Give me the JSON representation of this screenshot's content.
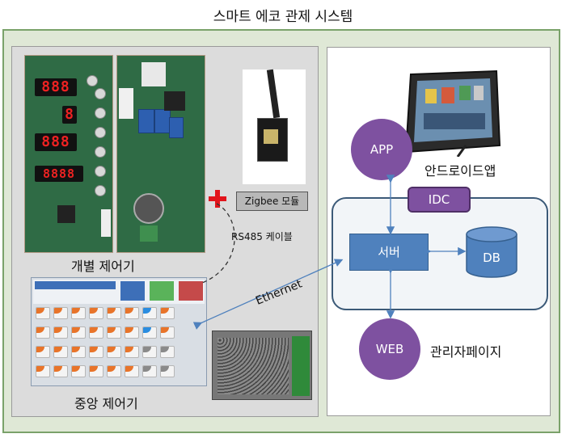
{
  "title": "스마트 에코 관제 시스템",
  "labels": {
    "individual_controller": "개별 제어기",
    "central_controller": "중앙 제어기",
    "zigbee_module": "Zigbee 모듈",
    "rs485_cable": "RS485 케이블",
    "ethernet": "Ethernet",
    "android_app": "안드로이드앱",
    "admin_page": "관리자페이지"
  },
  "nodes": {
    "app": "APP",
    "idc": "IDC",
    "server": "서버",
    "db": "DB",
    "web": "WEB"
  },
  "pcb_display": {
    "row1": "888",
    "row2": "8",
    "row3": "888",
    "row4": "8888"
  },
  "colors": {
    "outer_bg": "#dfe8d6",
    "outer_border": "#7aa26a",
    "node_purple": "#7e51a0",
    "server_blue": "#4f81bd",
    "plus_red": "#e2141b",
    "link_blue": "#4f81bd"
  },
  "icons": [
    "plus-icon",
    "tablet-image",
    "pcb-image",
    "zigbee-module-image",
    "touch-panel-image",
    "controller-box-image"
  ]
}
